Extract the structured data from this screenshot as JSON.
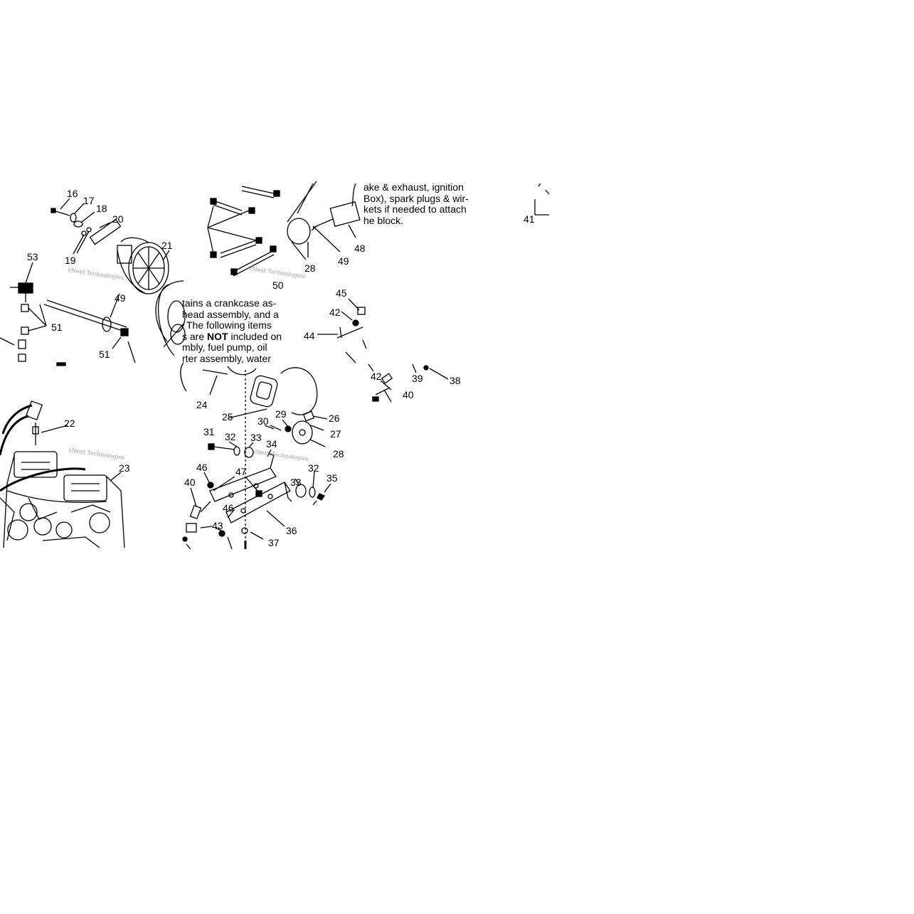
{
  "callouts": [
    "16",
    "17",
    "18",
    "20",
    "19",
    "21",
    "53",
    "49",
    "51",
    "22",
    "23",
    "51",
    "28",
    "50",
    "49",
    "48",
    "45",
    "42",
    "44",
    "42",
    "39",
    "38",
    "40",
    "41",
    "24",
    "25",
    "30",
    "29",
    "26",
    "27",
    "28",
    "31",
    "32",
    "33",
    "34",
    "46",
    "47",
    "33",
    "32",
    "35",
    "40",
    "46",
    "36",
    "43",
    "37"
  ],
  "watermark": "vNext Technologies",
  "note_top": {
    "lines": [
      "ake & exhaust, ignition",
      "Box), spark plugs & wir-",
      "kets if needed to attach",
      "he block."
    ]
  },
  "note_mid": {
    "line1": "tains a crankcase as-",
    "line2": "head assembly, and a",
    "line3": "The following items",
    "line4_pre": "s are ",
    "line4_bold": "NOT",
    "line4_post": " included on",
    "line5": "mbly, fuel pump, oil",
    "line6": "rter assembly, water"
  }
}
